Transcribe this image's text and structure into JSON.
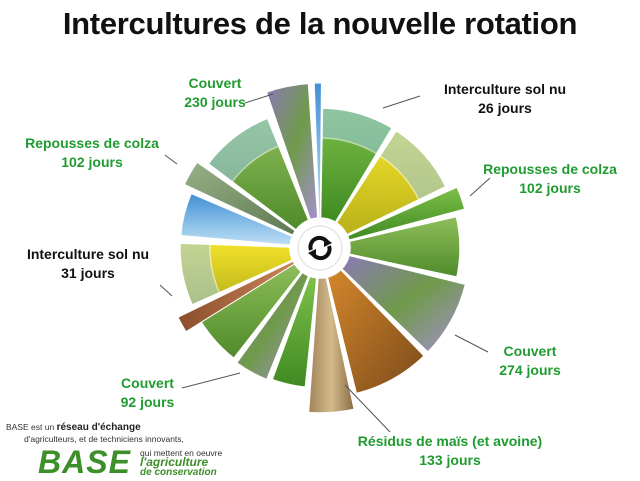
{
  "title": "Intercultures de la nouvelle rotation",
  "center_icon": "cycle-arrows-icon",
  "colors": {
    "label_green": "#1f9b2f",
    "label_black": "#111111",
    "logo_green": "#3d8f2a"
  },
  "labels": [
    {
      "id": "couvert-230",
      "line1": "Couvert",
      "line2": "230 jours",
      "color": "green"
    },
    {
      "id": "sol-nu-26",
      "line1": "Interculture sol nu",
      "line2": "26 jours",
      "color": "black"
    },
    {
      "id": "repousses-102-right",
      "line1": "Repousses de colza",
      "line2": "102 jours",
      "color": "green"
    },
    {
      "id": "couvert-274",
      "line1": "Couvert",
      "line2": "274 jours",
      "color": "green"
    },
    {
      "id": "residus-133",
      "line1": "Résidus de maïs (et avoine)",
      "line2": "133 jours",
      "color": "green"
    },
    {
      "id": "couvert-92",
      "line1": "Couvert",
      "line2": "92 jours",
      "color": "green"
    },
    {
      "id": "sol-nu-31",
      "line1": "Interculture sol nu",
      "line2": "31 jours",
      "color": "black"
    },
    {
      "id": "repousses-102-left",
      "line1": "Repousses de colza",
      "line2": "102 jours",
      "color": "green"
    }
  ],
  "logo": {
    "line1_a": "BASE est un ",
    "line1_b": "réseau d'échange",
    "line2": "d'agriculteurs, et de techniciens innovants,",
    "wordmark": "BASE",
    "line3": "qui mettent en oeuvre",
    "line4": "l'agriculture",
    "line5": "de conservation"
  }
}
